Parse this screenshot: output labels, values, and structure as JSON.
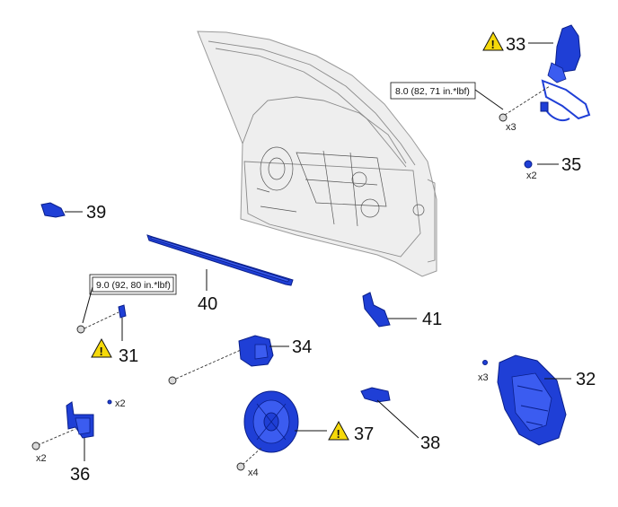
{
  "callouts": {
    "c31": "31",
    "c32": "32",
    "c33": "33",
    "c34": "34",
    "c35": "35",
    "c36": "36",
    "c37": "37",
    "c38": "38",
    "c39": "39",
    "c40": "40",
    "c41": "41"
  },
  "torque": {
    "t33": "8.0 (82, 71 in.*lbf)",
    "t31": "9.0 (92, 80 in.*lbf)"
  },
  "quantities": {
    "q33": "x3",
    "q35": "x2",
    "q32": "x3",
    "q36a": "x2",
    "q36b": "x2",
    "q37": "x4"
  },
  "colors": {
    "part": "#1f3fd6",
    "warning": "#f5d90a"
  },
  "icons": [
    "warning-icon"
  ]
}
